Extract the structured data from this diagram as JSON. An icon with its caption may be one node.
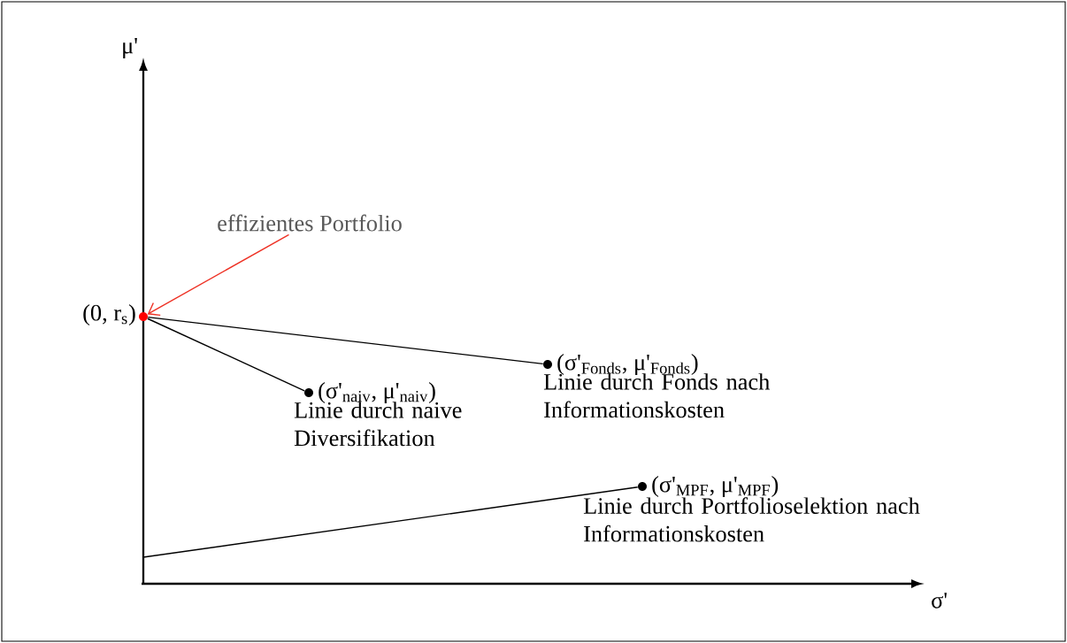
{
  "diagram": {
    "nodes": [
      {
        "text": [],
        "shape": "circle",
        "beside": [
          "(0, r$_{s}$)"
        ]
      },
      {
        "text": [],
        "shape": "circle",
        "beside": [
          "(σ'$_{naiv}$, μ'$_{naiv}$)",
          "Linie durch naive Diversifikation"
        ]
      },
      {
        "text": [],
        "shape": "circle",
        "beside": [
          "(σ'$_{Fonds}$, μ'$_{Fonds}$)",
          "Linie durch Fonds nach Informationskosten"
        ]
      },
      {
        "text": [],
        "shape": "circle",
        "beside": [
          "(σ'$_{MPF}$, μ'$_{MPF}$)",
          "Linie durch Portfolioselektion nach Informationskosten"
        ]
      },
      {
        "text": [
          "effizientes Portfolio"
        ]
      }
    ],
    "edges": [
      {
        "from": 0,
        "to": 1,
        "arrow": "none"
      },
      {
        "from": 0,
        "to": 2,
        "arrow": "none"
      },
      {
        "from": null,
        "to": 3,
        "arrow": "none"
      },
      {
        "from": 4,
        "to": 0,
        "arrow": "to",
        "color": "#ee3124"
      }
    ],
    "labels": [
      "μ'",
      "σ'"
    ]
  }
}
